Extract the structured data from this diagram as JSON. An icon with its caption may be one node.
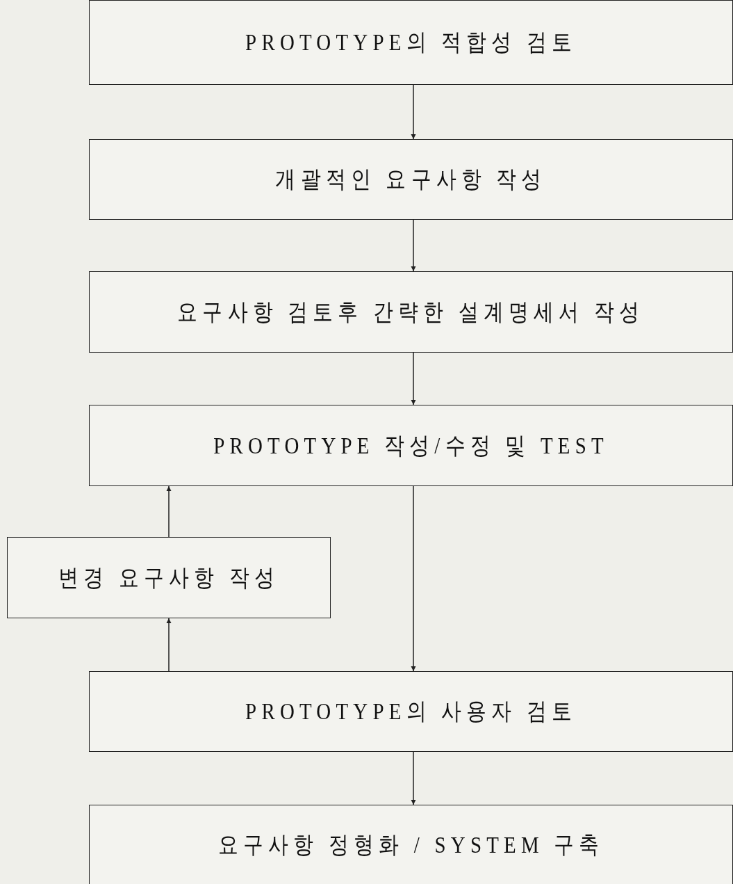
{
  "diagram": {
    "nodes": [
      {
        "text": [
          "PROTOTYPE의 적합성 검토"
        ]
      },
      {
        "text": [
          "개괄적인 요구사항 작성"
        ]
      },
      {
        "text": [
          "요구사항 검토후 간략한 설계명세서 작성"
        ]
      },
      {
        "text": [
          "PROTOTYPE 작성/수정 및 TEST"
        ]
      },
      {
        "text": [
          "변경 요구사항 작성"
        ]
      },
      {
        "text": [
          "PROTOTYPE의 사용자 검토"
        ]
      },
      {
        "text": [
          "요구사항 정형화 / SYSTEM 구축"
        ]
      }
    ],
    "edges": [
      {
        "from": 0,
        "to": 1,
        "arrow": "to"
      },
      {
        "from": 1,
        "to": 2,
        "arrow": "to"
      },
      {
        "from": 2,
        "to": 3,
        "arrow": "to"
      },
      {
        "from": 3,
        "to": 5,
        "arrow": "to"
      },
      {
        "from": 5,
        "to": 4,
        "arrow": "to"
      },
      {
        "from": 4,
        "to": 3,
        "arrow": "to"
      },
      {
        "from": 5,
        "to": 6,
        "arrow": "to"
      }
    ]
  }
}
